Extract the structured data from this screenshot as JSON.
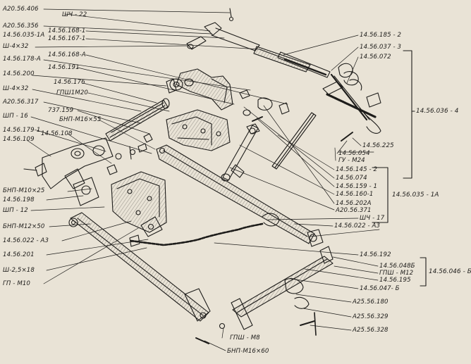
{
  "colors": {
    "paper": "#e9e3d6",
    "ink": "#1d1c1a"
  },
  "labels": {
    "l1": "А20.56.406",
    "l2": "ШЧ - 22",
    "l3": "А20.56.356",
    "l4": "14.56.168-1",
    "l5": "14.56.035-1А",
    "l6": "14.56.167-1",
    "l7": "Ш-4×32",
    "l8": "14.56.178-А",
    "l9": "14.56.168-А",
    "l10": "14.56.200",
    "l11": "14.56.191",
    "l12": "14.56.176",
    "l13": "Ш-4×32",
    "l14": "ГПШ1М20",
    "l15": "А20.56.317",
    "l16": "737.159",
    "l17": "ШП - 16",
    "l18": "БНП-М16×55",
    "l19": "14.56.179-1",
    "l20": "14.56.108",
    "l21": "14.56.109",
    "l22": "БНП-М10×25",
    "l23": "14.56.198",
    "l24": "ШП - 12",
    "l25": "БНП-М12×50",
    "l26": "14.56.022 - А3",
    "l27": "14.56.201",
    "l28": "Ш-2,5×18",
    "l29": "ГП - М10",
    "l30": "ГПШ - М8",
    "l31": "БНП-М16×60",
    "r1": "14.56.185 - 2",
    "r2": "14.56.037 - 3",
    "r3": "14.56.072",
    "r4": "14.56.225",
    "r5": "14.56.054",
    "r6": "ГУ - М24",
    "r7": "14.56.145 - 2",
    "r8": "14.56.074",
    "r9": "14.56.159 - 1",
    "r10": "14.56.160-1",
    "r11": "14.56.202А",
    "r12": "А20.56.371",
    "r13": "ШЧ - 17",
    "r14": "14.56.022 - А3",
    "r15": "14.56.192",
    "r16": "14.56.048Б",
    "r17": "ГПШ - М12",
    "r18": "14.56.195",
    "r19": "14.56.047- Б",
    "r20": "А25.56.180",
    "r21": "А25.56.329",
    "r22": "А25.56.328",
    "g1": "14.56.036 - 4",
    "g2": "14.56.035 - 1А",
    "g3": "14.56.046 - Б"
  }
}
